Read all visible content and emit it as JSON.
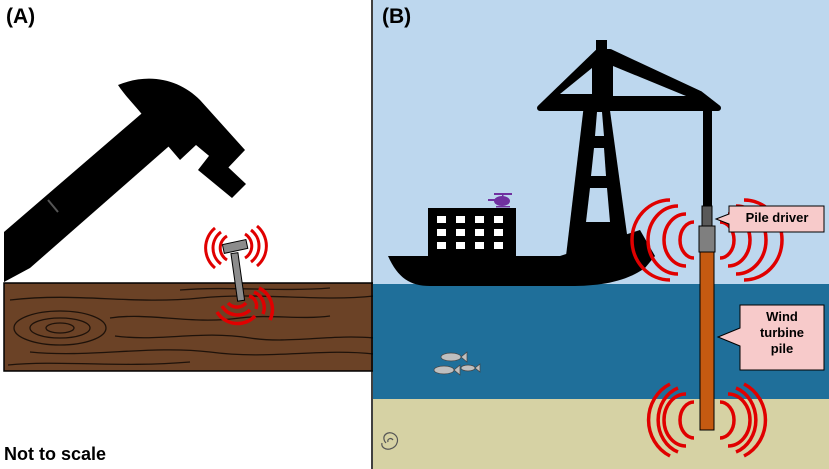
{
  "panels": {
    "a": {
      "label": "(A)"
    },
    "b": {
      "label": "(B)"
    }
  },
  "note": "Not to scale",
  "callouts": {
    "pile_driver": "Pile driver",
    "pile": [
      "Wind",
      "turbine",
      "pile"
    ]
  },
  "colors": {
    "sky": "#bdd7ee",
    "sea": "#1f6f9a",
    "seabed": "#d6d2a4",
    "wood": "#6b4226",
    "pile": "#c55a11",
    "sound_waves": "#e00000",
    "callout_fill": "#f7caca",
    "silhouette": "#000000",
    "helicopter": "#7030a0",
    "fish": "#bfbfbf"
  }
}
